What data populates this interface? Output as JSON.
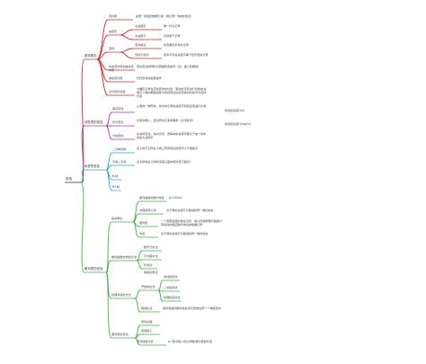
{
  "colors": {
    "red": "#cc2a2a",
    "purple": "#9b3ea6",
    "cyan": "#27a9c9",
    "green": "#3fb44a",
    "text": "#444444"
  },
  "root": {
    "label": "查找"
  },
  "branches": [
    {
      "label": "基本概念",
      "children": [
        {
          "label": "查找表",
          "note": "由同一类型的数据元素（或记录）构成的集合"
        },
        {
          "label": "关键字",
          "children": [
            {
              "label": "主关键字",
              "note": "唯一标识记录"
            },
            {
              "label": "次关键字",
              "note": "识别若干记录"
            }
          ]
        },
        {
          "label": "查找",
          "children": [
            {
              "label": "查找成功",
              "note": "找到满足条件的记录"
            },
            {
              "label": "查找不成功",
              "note": "表中不存在关键字等于给定值的记录"
            }
          ]
        },
        {
          "label": "动态查找表和静态查找表",
          "note": "若在查找的同时对表做修改操作（如：插入和删除）"
        },
        {
          "label": "静态查找表",
          "note": "仅作查询和检索操作"
        },
        {
          "label": "平均查找长度",
          "note": "为确定记录在查找表中的位置，需和给定值进行比较的关键字个数的期望值称为查找算法在查找成功时的平均查找长度"
        }
      ]
    },
    {
      "label": "线性表的查找",
      "children": [
        {
          "label": "顺序查找",
          "note": "从表的一端开始，依次将记录的关键字和给定值进行比较",
          "extra": "时间复杂度O(n)"
        },
        {
          "label": "折半查找",
          "note": "比较次数少，且对表中元素有要求（必须有序）",
          "extra": "时间复杂度O(log2n)"
        },
        {
          "label": "分块查找",
          "note": "在块间查找，块内无序，但每块中关键字都大于前一块中的最大关键字"
        }
      ]
    },
    {
      "label": "树表的查找",
      "children": [
        {
          "label": "二叉排序树",
          "note": "左子树不空则左子树上所有结点的值均小于根结点"
        },
        {
          "label": "平衡二叉树",
          "note": "左子树和右子树的深度之差的绝对值不超过1"
        },
        {
          "label": "B-树"
        },
        {
          "label": "B+树"
        }
      ]
    },
    {
      "label": "散列表的查找",
      "children": [
        {
          "label": "基本概念",
          "children": [
            {
              "label": "散列函数和散列地址",
              "note": "p=H(key)"
            },
            {
              "label": "冲突和同义词",
              "note": "对不同的关键字可能得到同一散列地址"
            },
            {
              "label": "散列表",
              "note": "一个有限连续的地址空间，用以存储按散列函数计算得到的相应散列地址的数据记录"
            },
            {
              "label": "冲突",
              "note": "对不同的关键字可能得到同一散列地址"
            }
          ]
        },
        {
          "label": "散列函数的构造方法",
          "children": [
            {
              "label": "数字分析法"
            },
            {
              "label": "平方取中法"
            },
            {
              "label": "折叠法"
            },
            {
              "label": "除留余数法"
            }
          ]
        },
        {
          "label": "处理冲突的方法",
          "children": [
            {
              "label": "开放地址法",
              "children": [
                {
                  "label": "线性探测法"
                },
                {
                  "label": "二次探测法"
                },
                {
                  "label": "伪随机探测法"
                }
              ]
            },
            {
              "label": "链地址法",
              "note": "把具有相同散列地址的记录放在同一个单链表中"
            }
          ]
        },
        {
          "label": "散列表的查找",
          "children": [
            {
              "label": "查找过程"
            },
            {
              "label": "装填因子"
            },
            {
              "label": "查找性能分析",
              "note": "α=表中填入的记录数/散列表的长度"
            }
          ]
        }
      ]
    }
  ]
}
